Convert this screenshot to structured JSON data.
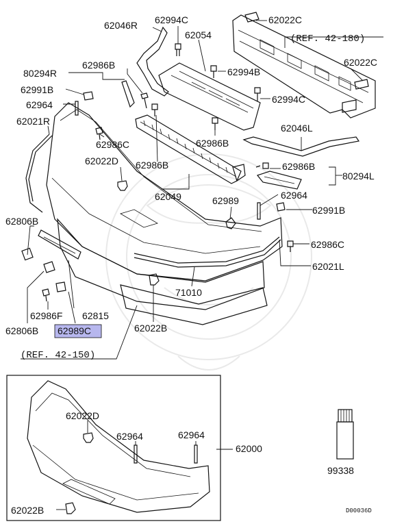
{
  "diagram_code": "D00036D",
  "highlight_color": "#b7b7ee",
  "labels": {
    "p62046R": "62046R",
    "p62994C_top": "62994C",
    "p62022C_top": "62022C",
    "ref_42_180": "(REF. 42-180)",
    "p62054": "62054",
    "p80294R": "80294R",
    "p62986B_a": "62986B",
    "p62994B": "62994B",
    "p62022C_right": "62022C",
    "p62991B_left": "62991B",
    "p62994C_mid": "62994C",
    "p62964_left": "62964",
    "p62021R": "62021R",
    "p62986C_left": "62986C",
    "p62986B_b": "62986B",
    "p62046L": "62046L",
    "p62022D": "62022D",
    "p62986B_c": "62986B",
    "p62986B_d": "62986B",
    "p80294L": "80294L",
    "p62049": "62049",
    "p62989": "62989",
    "p62964_right": "62964",
    "p62991B_right": "62991B",
    "p62806B_top": "62806B",
    "p62986C_right": "62986C",
    "p62021L": "62021L",
    "p71010": "71010",
    "p62986F": "62986F",
    "p62815": "62815",
    "p62806B_bottom": "62806B",
    "p62989C": "62989C",
    "p62022B": "62022B",
    "ref_42_150": "(REF. 42-150)",
    "inset_62022D": "62022D",
    "inset_62964_a": "62964",
    "inset_62964_b": "62964",
    "inset_62000": "62000",
    "inset_62022B": "62022B",
    "p99338": "99338"
  }
}
